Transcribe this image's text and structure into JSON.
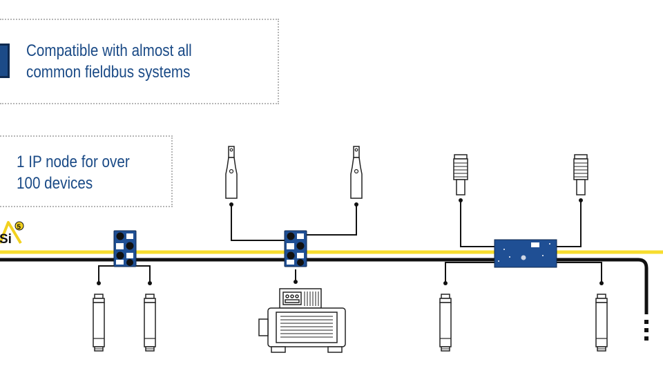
{
  "callouts": {
    "fieldbus_text": "Compatible with almost all\ncommon fieldbus systems",
    "ip_node_text": "1 IP node for over\n100 devices"
  },
  "logo": {
    "name": "asi-5-logo",
    "letters": "Si",
    "version": "5"
  },
  "colors": {
    "yellow_cable": "#f7dd2e",
    "black_cable": "#111111",
    "module_blue": "#1f4f94",
    "text_blue": "#1a4a86",
    "device_stroke": "#222222"
  },
  "icons": {
    "modules": [
      "io-module-icon",
      "io-module-icon",
      "gateway-icon"
    ],
    "devices": [
      "photoelectric-sensor-icon",
      "inductive-sensor-icon",
      "motor-icon",
      "cylindrical-sensor-icon"
    ]
  }
}
